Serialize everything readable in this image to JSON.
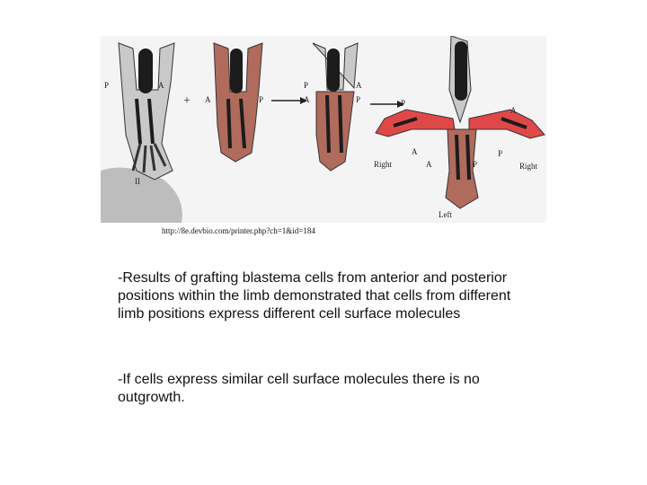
{
  "figure": {
    "labels": {
      "posterior": "P",
      "anterior": "A",
      "plus": "+",
      "roman_two": "II",
      "right": "Right",
      "left": "Left"
    },
    "colors": {
      "host_limb": "#c9c9c9",
      "graft_tissue": "#b06b5d",
      "supernumerary": "#e04848",
      "bone": "#1c1c1c",
      "outline": "#333333"
    },
    "icons": [
      "arrow-right-icon"
    ]
  },
  "caption": "http://8e.devbio.com/printer.php?ch=1&id=184",
  "paragraphs": [
    "-Results of grafting blastema cells from anterior and posterior positions within the limb demonstrated that cells from different limb positions express different cell surface molecules",
    "-If cells express similar cell surface molecules there is no outgrowth."
  ]
}
